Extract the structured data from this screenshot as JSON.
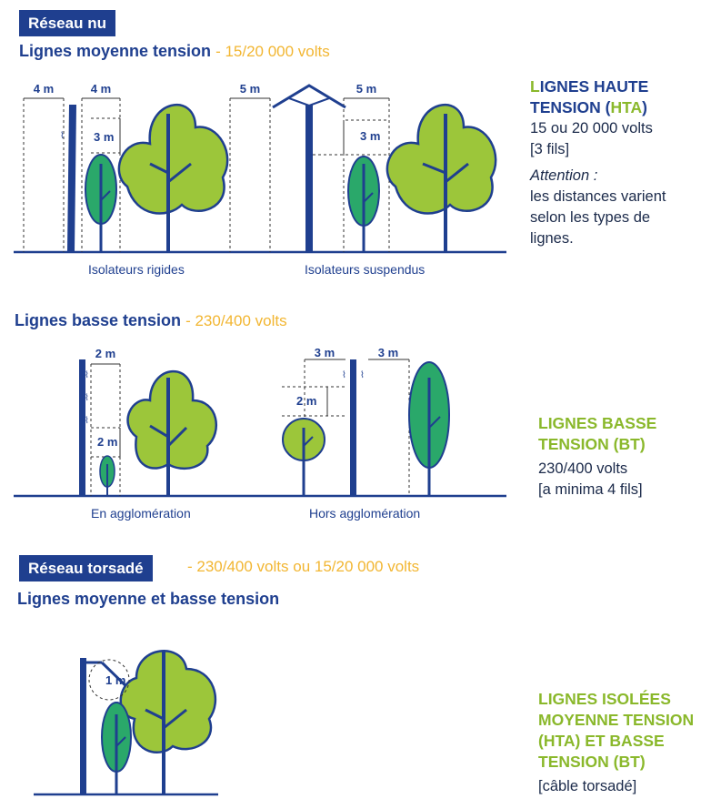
{
  "reseau_nu": {
    "badge": "Réseau nu",
    "hta": {
      "title": "Lignes moyenne tension",
      "voltage": "- 15/20 000 volts",
      "caption_left": "Isolateurs rigides",
      "caption_right": "Isolateurs suspendus",
      "d_left_top": "4 m",
      "d_left_top2": "4 m",
      "d_left_vert": "3 m",
      "d_right_top": "5 m",
      "d_right_top2": "5 m",
      "d_right_vert": "3 m"
    },
    "bt": {
      "title": "Lignes basse tension",
      "voltage": "- 230/400 volts",
      "caption_left": "En agglomération",
      "caption_right": "Hors agglomération",
      "d_left_top": "2 m",
      "d_left_vert": "2 m",
      "d_right_top": "3 m",
      "d_right_top2": "3 m",
      "d_right_vert": "2 m"
    }
  },
  "reseau_torsade": {
    "badge": "Réseau torsadé",
    "voltage": "- 230/400 volts ou 15/20 000 volts",
    "title": "Lignes moyenne et basse tension",
    "d_circle": "1 m"
  },
  "sidebar": {
    "hta": {
      "title_l": "L",
      "title_rest1": "IGNES HAUTE",
      "title_line2a": "TENSION",
      "title_line2b": " (",
      "title_line2c": "HTA",
      "title_line2d": ")",
      "line1": "15 ou 20 000 volts",
      "line2": "[3 fils]",
      "attention": "Attention :",
      "note1": "les distances varient",
      "note2": "selon les types de",
      "note3": "lignes."
    },
    "bt": {
      "title1": "LIGNES BASSE",
      "title2a": "TENSION",
      "title2b": " (",
      "title2c": "BT",
      "title2d": ")",
      "line1": "230/400 volts",
      "line2": "[a minima 4 fils]"
    },
    "torsade": {
      "title1": "LIGNES ISOLÉES",
      "title2": "MOYENNE TENSION",
      "title3a": "(",
      "title3b": "HTA",
      "title3c": ") ET BASSE",
      "title4a": "TENSION (",
      "title4b": "BT",
      "title4c": ")",
      "line1": "[câble torsadé]"
    }
  },
  "colors": {
    "blue": "#1f3f8f",
    "light_green": "#9cc63a",
    "dark_green": "#2aa86a",
    "yellow": "#f2b632"
  }
}
